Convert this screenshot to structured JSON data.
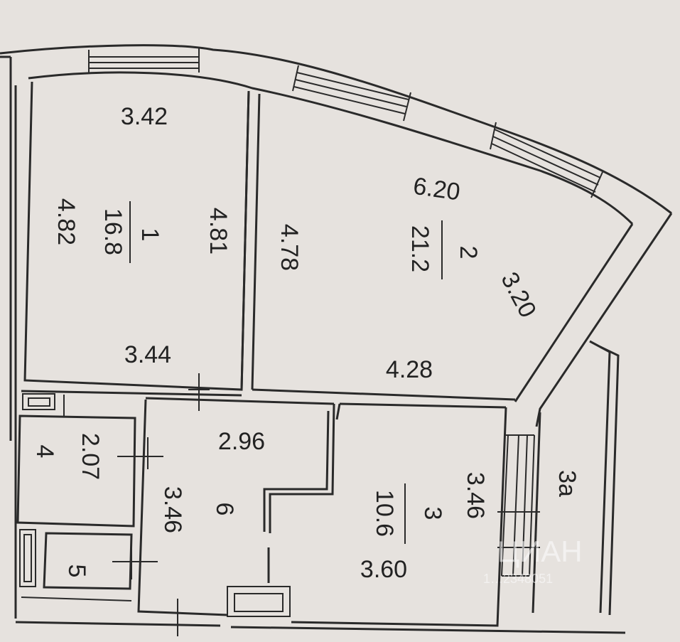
{
  "rooms": {
    "room1": {
      "number": "1",
      "area": "16.8",
      "dims": {
        "top": "3.42",
        "bottom": "3.44",
        "left": "4.82",
        "right": "4.81"
      }
    },
    "room2": {
      "number": "2",
      "area": "21.2",
      "dims": {
        "top": "6.20",
        "bottom": "4.28",
        "left": "4.78",
        "right": "3.20"
      }
    },
    "room3": {
      "number": "3",
      "area": "10.6",
      "dims": {
        "right": "3.46",
        "bottom": "3.60"
      }
    },
    "room3a": {
      "number": "3a"
    },
    "room4": {
      "number": "4",
      "dims": {
        "side": "2.07"
      }
    },
    "room5": {
      "number": "5"
    },
    "room6": {
      "number": "6",
      "dims": {
        "top": "2.96",
        "side": "3.46"
      }
    }
  },
  "watermark": {
    "text": "ЦИАН",
    "id": "1…2348051"
  }
}
